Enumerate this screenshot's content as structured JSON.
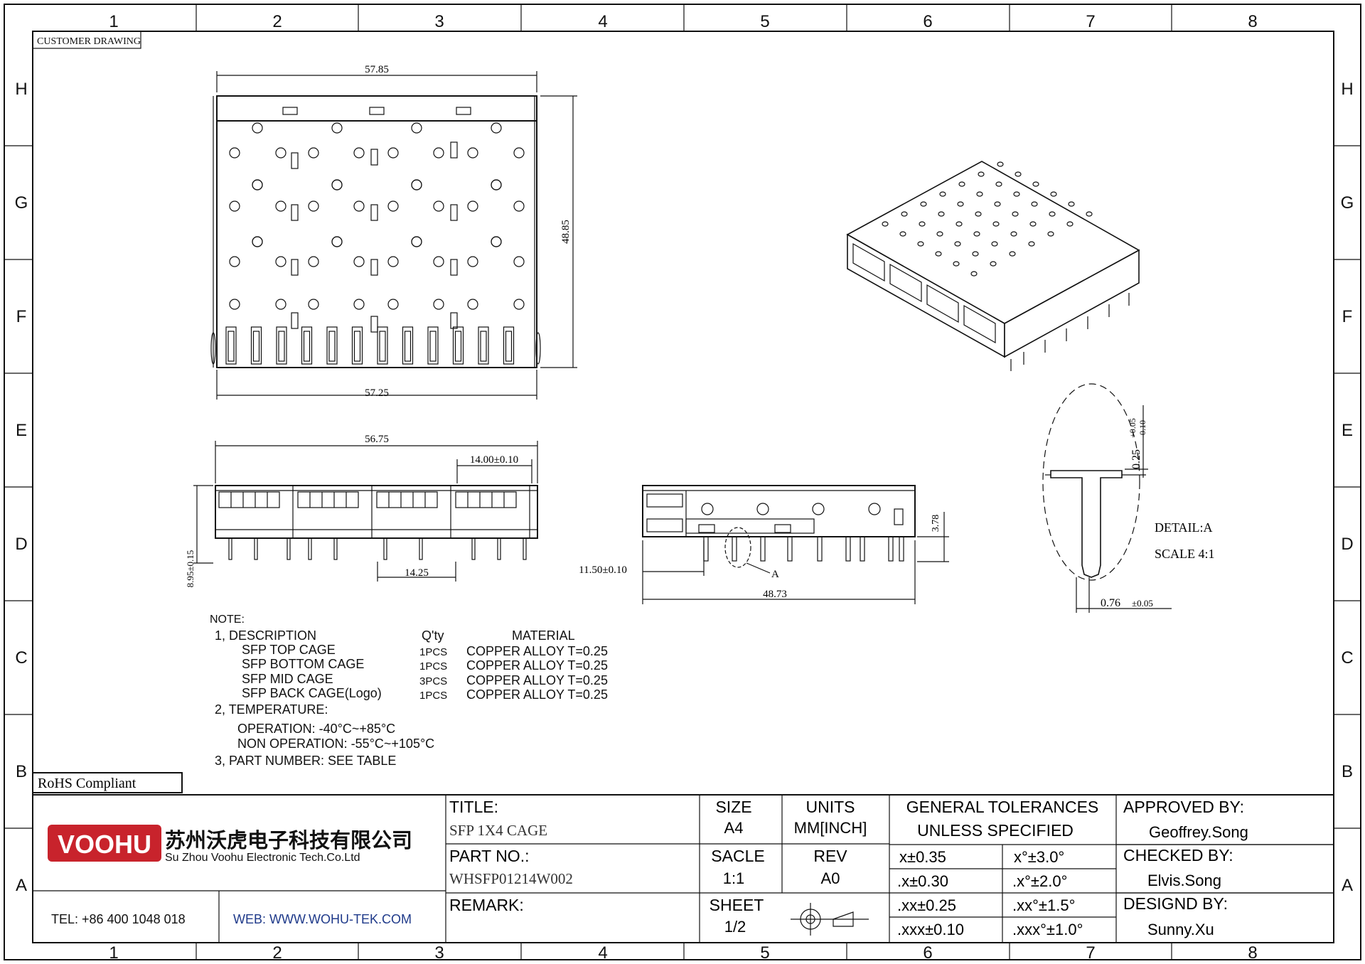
{
  "zones": {
    "columns": [
      "1",
      "2",
      "3",
      "4",
      "5",
      "6",
      "7",
      "8"
    ],
    "rows": [
      "H",
      "G",
      "F",
      "E",
      "D",
      "C",
      "B",
      "A"
    ]
  },
  "stamp": "CUSTOMER DRAWING",
  "dimensions": {
    "top_width_upper": "57.85",
    "top_width_lower": "57.25",
    "top_height": "48.85",
    "front_width": "56.75",
    "front_pitch": "14.00±0.10",
    "front_port": "14.25",
    "front_height": "8.95±0.15",
    "side_offset": "11.50±0.10",
    "side_length": "48.73",
    "side_pin": "3.78",
    "detail_thickness": "0.25",
    "detail_thickness_tol_upper": "+0.05",
    "detail_thickness_tol_lower": "-0.10",
    "detail_pin_width": "0.76",
    "detail_pin_tol": "±0.05",
    "detail_marker": "A"
  },
  "detail": {
    "label": "DETAIL:A",
    "scale": "SCALE 4:1"
  },
  "notes": {
    "heading": "NOTE:",
    "item1": "1, DESCRIPTION",
    "qty_header": "Q'ty",
    "material_header": "MATERIAL",
    "parts": [
      {
        "name": "SFP TOP CAGE",
        "qty": "1PCS",
        "material": "COPPER ALLOY T=0.25"
      },
      {
        "name": "SFP BOTTOM CAGE",
        "qty": "1PCS",
        "material": "COPPER ALLOY T=0.25"
      },
      {
        "name": "SFP MID CAGE",
        "qty": "3PCS",
        "material": "COPPER ALLOY T=0.25"
      },
      {
        "name": "SFP BACK CAGE(Logo)",
        "qty": "1PCS",
        "material": "COPPER ALLOY T=0.25"
      }
    ],
    "item2": "2, TEMPERATURE:",
    "operation": "OPERATION: -40°C~+85°C",
    "non_operation": "NON OPERATION: -55°C~+105°C",
    "item3": "3, PART NUMBER: SEE TABLE"
  },
  "rohs": "RoHS Compliant",
  "company": {
    "logo_text": "VOOHU",
    "name_cn": "苏州沃虎电子科技有限公司",
    "name_en": "Su Zhou Voohu Electronic Tech.Co.Ltd",
    "tel": "TEL: +86 400 1048 018",
    "web": "WEB: WWW.WOHU-TEK.COM",
    "brand_color": "#c8232c"
  },
  "title_block": {
    "title_label": "TITLE:",
    "title": "SFP 1X4 CAGE",
    "part_label": "PART NO.:",
    "part_no": "WHSFP01214W002",
    "remark_label": "REMARK:",
    "size_label": "SIZE",
    "size": "A4",
    "units_label": "UNITS",
    "units": "MM[INCH]",
    "scale_label": "SACLE",
    "scale": "1:1",
    "rev_label": "REV",
    "rev": "A0",
    "sheet_label": "SHEET",
    "sheet": "1/2",
    "tol_header1": "GENERAL TOLERANCES",
    "tol_header2": "UNLESS SPECIFIED",
    "tolerances": [
      {
        "linear": "x±0.35",
        "angular": "x°±3.0°"
      },
      {
        "linear": ".x±0.30",
        "angular": ".x°±2.0°"
      },
      {
        "linear": ".xx±0.25",
        "angular": ".xx°±1.5°"
      },
      {
        "linear": ".xxx±0.10",
        "angular": ".xxx°±1.0°"
      }
    ],
    "approved_label": "APPROVED BY:",
    "approved_by": "Geoffrey.Song",
    "checked_label": "CHECKED BY:",
    "checked_by": "Elvis.Song",
    "designed_label": "DESIGND BY:",
    "designed_by": "Sunny.Xu"
  }
}
